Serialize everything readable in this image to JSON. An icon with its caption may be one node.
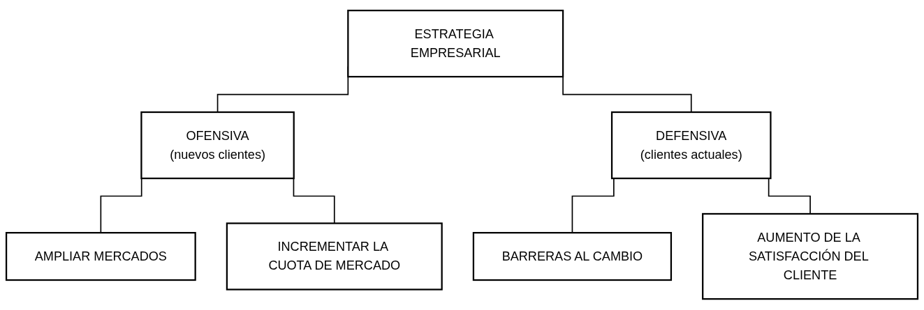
{
  "diagram": {
    "nodes": [
      {
        "text": [
          "ESTRATEGIA EMPRESARIAL"
        ]
      },
      {
        "text": [
          "OFENSIVA",
          "(nuevos clientes)"
        ]
      },
      {
        "text": [
          "DEFENSIVA",
          "(clientes actuales)"
        ]
      },
      {
        "text": [
          "AMPLIAR MERCADOS"
        ]
      },
      {
        "text": [
          "INCREMENTAR LA CUOTA DE MERCADO"
        ]
      },
      {
        "text": [
          "BARRERAS AL CAMBIO"
        ]
      },
      {
        "text": [
          "AUMENTO DE LA SATISFACCIÓN DEL CLIENTE"
        ]
      }
    ],
    "edges": [
      {
        "from": 0,
        "to": 1,
        "arrow": "none"
      },
      {
        "from": 0,
        "to": 2,
        "arrow": "none"
      },
      {
        "from": 1,
        "to": 3,
        "arrow": "none"
      },
      {
        "from": 1,
        "to": 4,
        "arrow": "none"
      },
      {
        "from": 2,
        "to": 5,
        "arrow": "none"
      },
      {
        "from": 2,
        "to": 6,
        "arrow": "none"
      }
    ]
  }
}
